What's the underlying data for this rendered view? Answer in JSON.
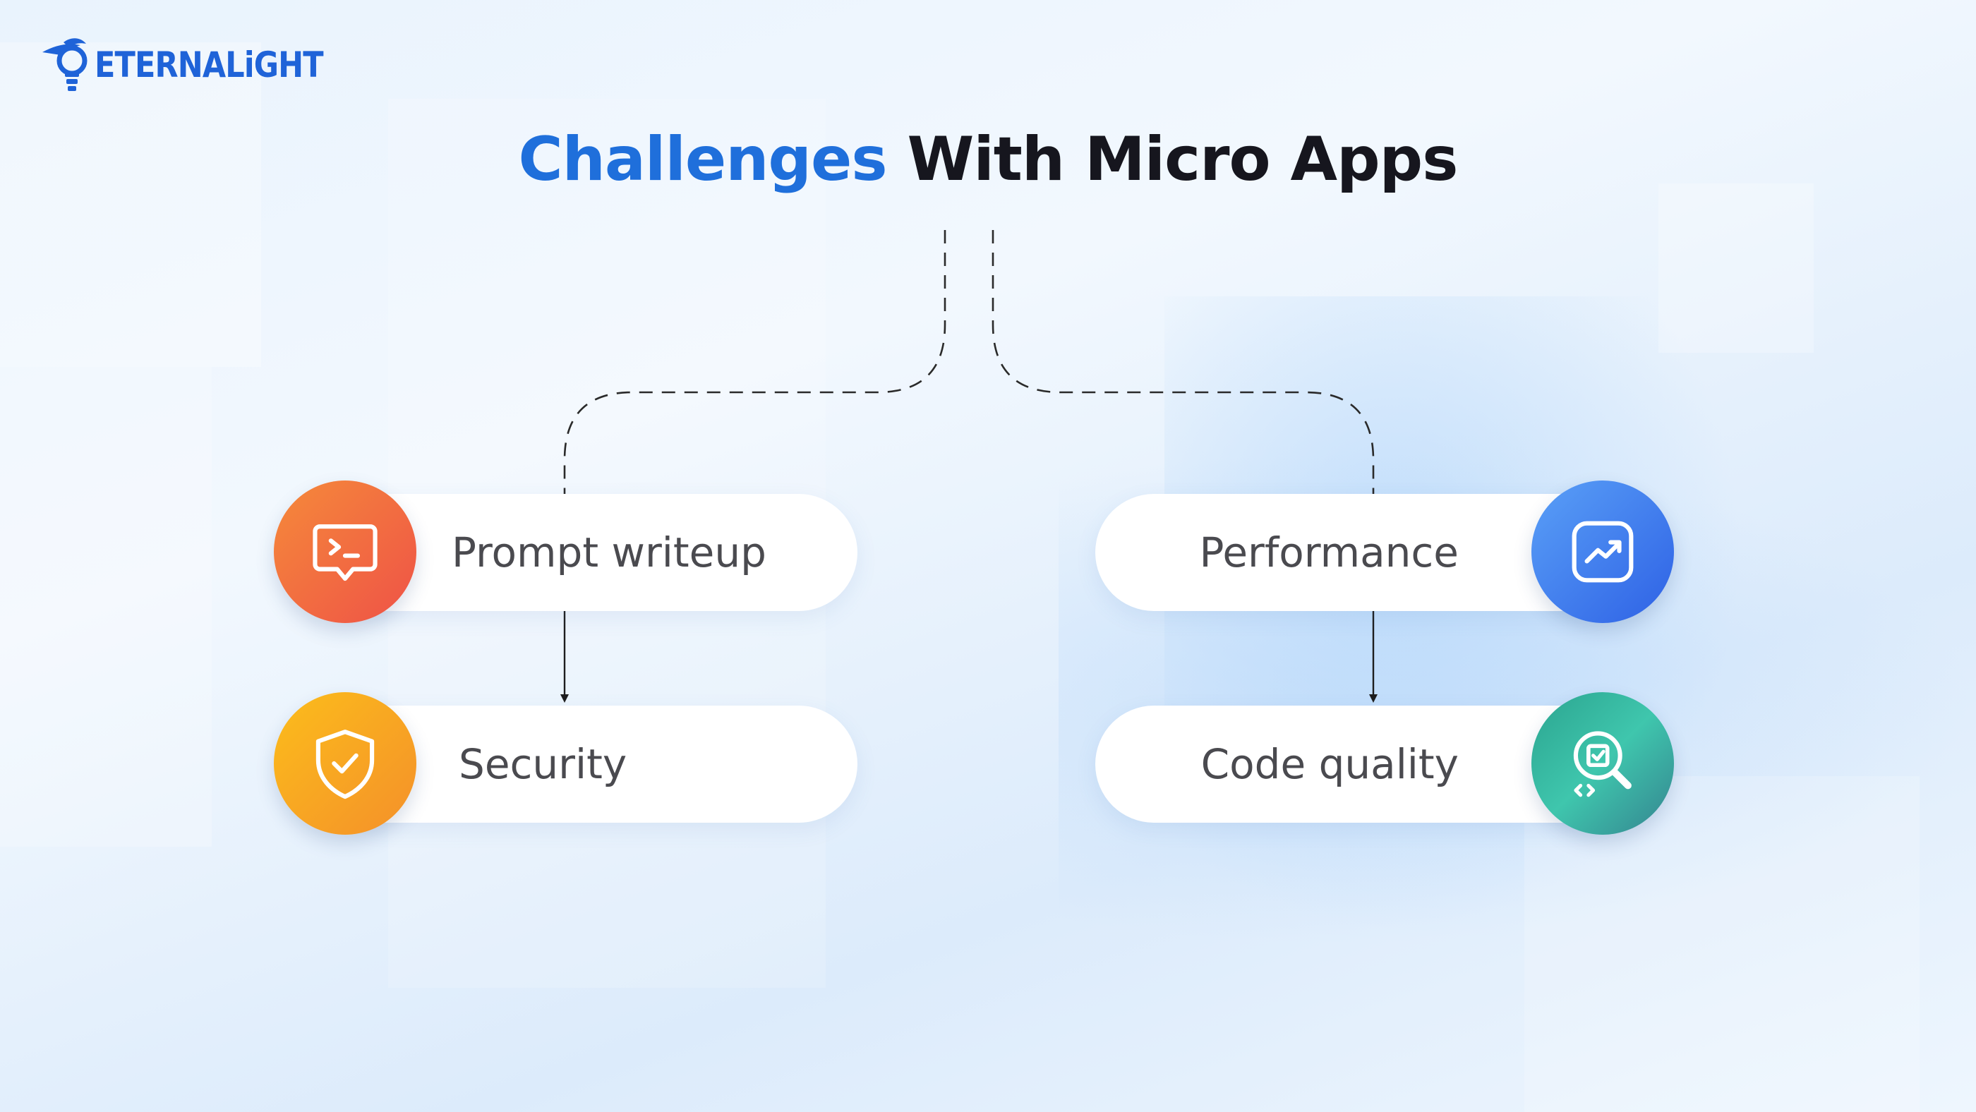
{
  "brand": {
    "name": "ETERNALiGHT",
    "color": "#1f63d8"
  },
  "title": {
    "highlight": "Challenges",
    "rest": "With Micro Apps",
    "highlight_color": "#1f6fdb"
  },
  "items": [
    {
      "label": "Prompt writeup",
      "icon": "terminal-chat-icon",
      "color": "#f06a40"
    },
    {
      "label": "Security",
      "icon": "shield-check-icon",
      "color": "#f8a821"
    },
    {
      "label": "Performance",
      "icon": "trending-chart-icon",
      "color": "#3d7ff0"
    },
    {
      "label": "Code quality",
      "icon": "code-review-search-icon",
      "color": "#33b59d"
    }
  ]
}
